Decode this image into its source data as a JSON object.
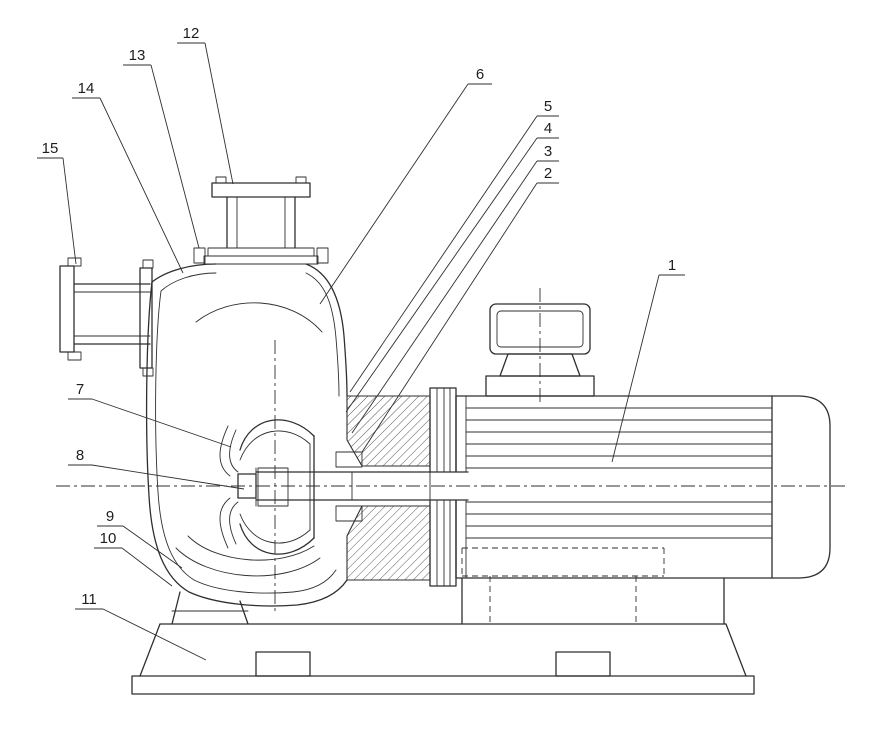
{
  "figure": {
    "kind": "pump-cross-section-diagram",
    "background_color": "#ffffff",
    "line_color": "#2f2f2f",
    "callout_labels": [
      "1",
      "2",
      "3",
      "4",
      "5",
      "6",
      "7",
      "8",
      "9",
      "10",
      "11",
      "12",
      "13",
      "14",
      "15"
    ]
  }
}
